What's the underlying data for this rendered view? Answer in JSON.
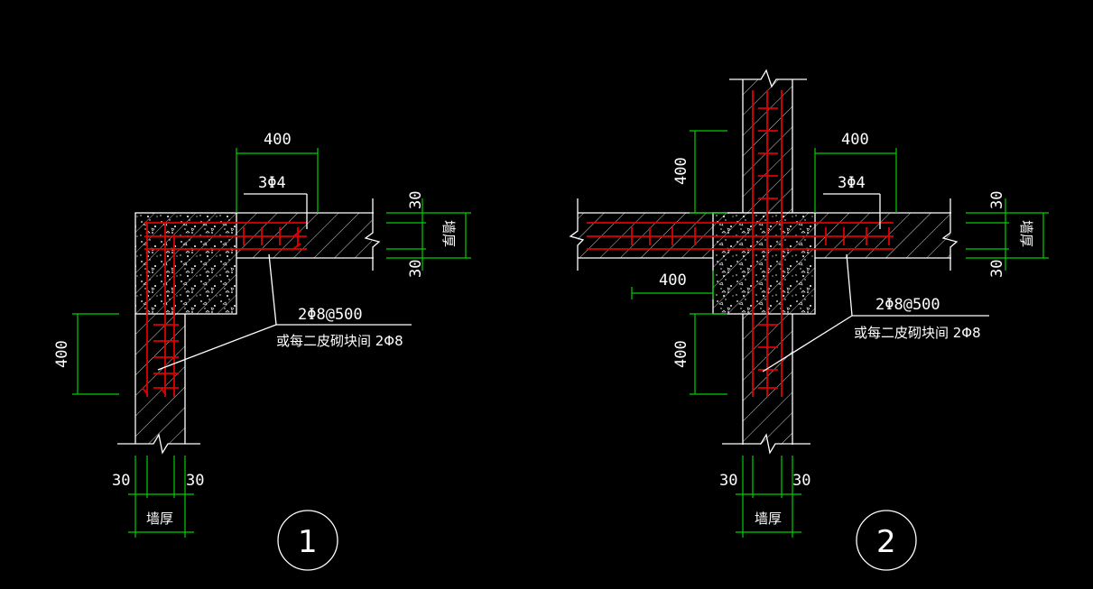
{
  "colors": {
    "background": "#000000",
    "outline": "#ffffff",
    "dimension": "#00d000",
    "rebar": "#e00000"
  },
  "detail1": {
    "dim_top": "400",
    "rebar_label": "3Φ4",
    "dim_30_top": "30",
    "dim_30_bottom": "30",
    "wall_thickness_v": "墙厚",
    "dim_left": "400",
    "note_line1": "2Φ8@500",
    "note_line2": "或每二皮砌块间 2Φ8",
    "dim_30_left": "30",
    "dim_30_right": "30",
    "wall_thickness_h": "墙厚",
    "number": "1"
  },
  "detail2": {
    "dim_top_right": "400",
    "rebar_label": "3Φ4",
    "dim_top_left_v": "400",
    "dim_30_top": "30",
    "dim_30_bottom": "30",
    "wall_thickness_v": "墙厚",
    "dim_left_h": "400",
    "note_line1": "2Φ8@500",
    "note_line2": "或每二皮砌块间 2Φ8",
    "dim_bottom_left_v": "400",
    "dim_30_left": "30",
    "dim_30_right": "30",
    "wall_thickness_h": "墙厚",
    "number": "2"
  }
}
